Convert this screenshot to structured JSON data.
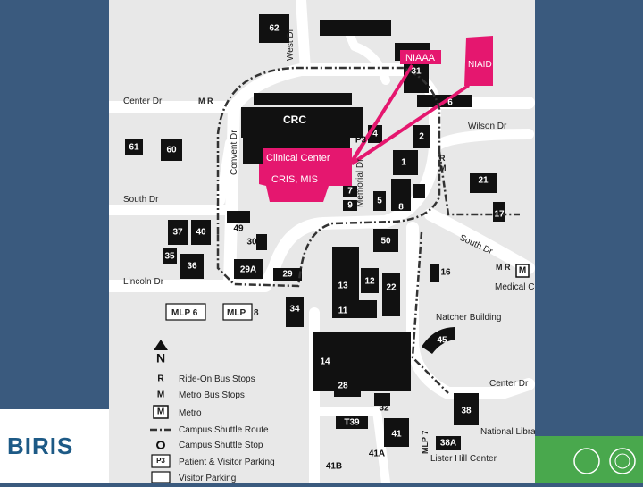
{
  "logo": {
    "text": "BIRIS"
  },
  "highlights": {
    "niaaa": "NIAAA",
    "niaid": "NIAID",
    "clinical_center": "Clinical Center",
    "cris_mis": "CRIS, MIS"
  },
  "roads": {
    "center_dr_w": "Center Dr",
    "west_dr": "West Dr",
    "convent_dr": "Convent Dr",
    "memorial_dr": "Memorial Dr",
    "wilson_dr": "Wilson Dr",
    "south_dr_w": "South Dr",
    "south_dr_e": "South Dr",
    "lincoln_dr": "Lincoln Dr",
    "center_dr_e": "Center Dr"
  },
  "labels": {
    "crc": "CRC",
    "mr1": "M R",
    "mr2": "M R",
    "rm1": "R",
    "rm2": "M",
    "p3": "P3",
    "metro_station": "Medical Center Metro",
    "natcher": "Natcher Building",
    "nlm": "National Library of Medicine",
    "lister": "Lister Hill Center",
    "mlp6": "MLP 6",
    "mlp8": "MLP",
    "mlp7": "MLP 7",
    "m_sign": "M"
  },
  "buildings": [
    "62",
    "31",
    "6",
    "4",
    "2",
    "1",
    "P3",
    "61",
    "60",
    "7",
    "9",
    "5",
    "8",
    "21",
    "17",
    "49",
    "30",
    "37",
    "40",
    "50",
    "35",
    "36",
    "29A",
    "29",
    "16",
    "13",
    "12",
    "22",
    "11",
    "34",
    "45",
    "14",
    "28",
    "32",
    "38",
    "T39",
    "41",
    "41A",
    "38A",
    "41B"
  ],
  "legend": {
    "ride_on": "Ride-On Bus Stops",
    "metro_bus": "Metro Bus Stops",
    "metro": "Metro",
    "shuttle_route": "Campus Shuttle Route",
    "shuttle_stop": "Campus Shuttle Stop",
    "patient_parking": "Patient & Visitor Parking",
    "visitor_parking": "Visitor Parking",
    "r_symbol": "R",
    "m_symbol": "M",
    "m_box_symbol": "M",
    "p3_symbol": "P3",
    "north": "N"
  },
  "colors": {
    "highlight": "#e5176f",
    "building": "#111111",
    "road": "#ffffff",
    "shuttle": "#222222",
    "logo_blue": "#1d5a86",
    "logo_green": "#49a84d"
  }
}
